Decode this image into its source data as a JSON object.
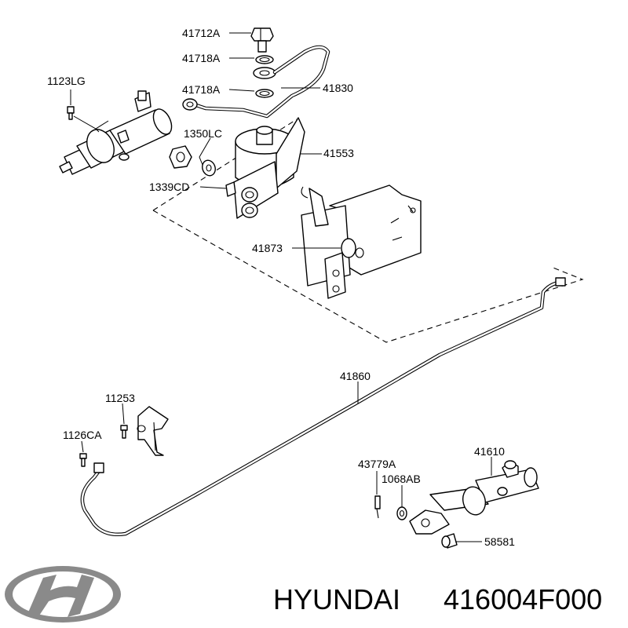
{
  "labels": {
    "p41712a": "41712A",
    "p41718a_top": "41718A",
    "p41718a_mid": "41718A",
    "p41830": "41830",
    "p1123lg": "1123LG",
    "p1350lc": "1350LC",
    "p41553": "41553",
    "p1339cd": "1339CD",
    "p41873": "41873",
    "p41860": "41860",
    "p11253": "11253",
    "p1126ca": "1126CA",
    "p43779a": "43779A",
    "p1068ab": "1068AB",
    "p41610": "41610",
    "p58581": "58581"
  },
  "footer": {
    "brand_name": "HYUNDAI",
    "part_number": "416004F000",
    "logo_icon": "hyundai-logo-icon"
  },
  "colors": {
    "line": "#000000",
    "background": "#ffffff",
    "logo_gray": "#8a8a8a"
  }
}
